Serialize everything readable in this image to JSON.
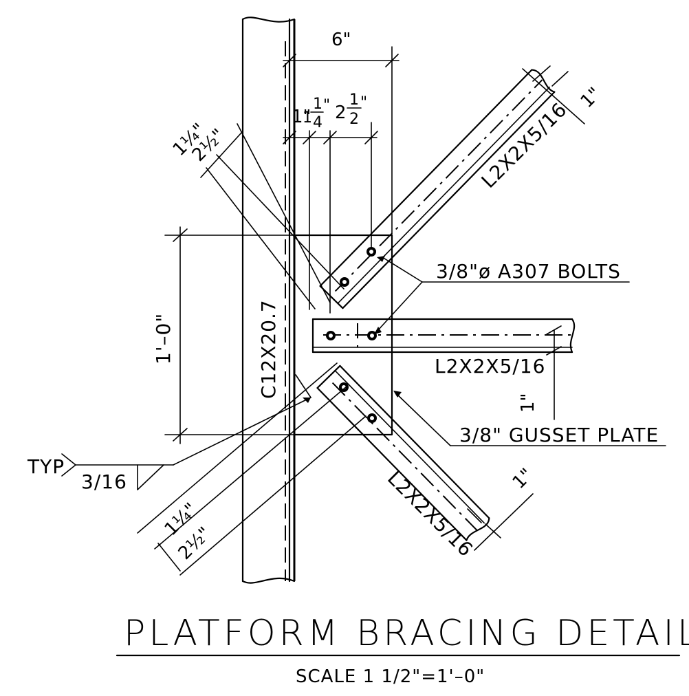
{
  "labels": {
    "bolts": "3/8\"ø A307 BOLTS",
    "gusset": "3/8\" GUSSET PLATE",
    "channel": "C12X20.7",
    "angle_upper": "L2X2X5/16",
    "angle_middle": "L2X2X5/16",
    "angle_lower": "L2X2X5/16",
    "weld_typ": "TYP",
    "weld_size": "3/16"
  },
  "dimensions": {
    "top_width": "6\"",
    "plate_height": "1'–0\"",
    "edge_upper_angle": "1\"",
    "edge_middle_angle": "1\"",
    "edge_lower_angle": "1\"",
    "top_edge_whole": "1\"",
    "top_frac_1_whole": "1",
    "top_frac_1_num": "1",
    "top_frac_1_den": "4",
    "top_frac_1_unit": "\"",
    "top_frac_2_whole": "2",
    "top_frac_2_num": "1",
    "top_frac_2_den": "2",
    "top_frac_2_unit": "\"",
    "upper_left_frac_1": "1¼\"",
    "upper_left_frac_2": "2½\"",
    "lower_left_frac_1": "1¼\"",
    "lower_left_frac_2": "2½\""
  },
  "title": {
    "main": "PLATFORM BRACING DETAIL",
    "scale": "SCALE 1 1/2\"=1'–0\""
  }
}
